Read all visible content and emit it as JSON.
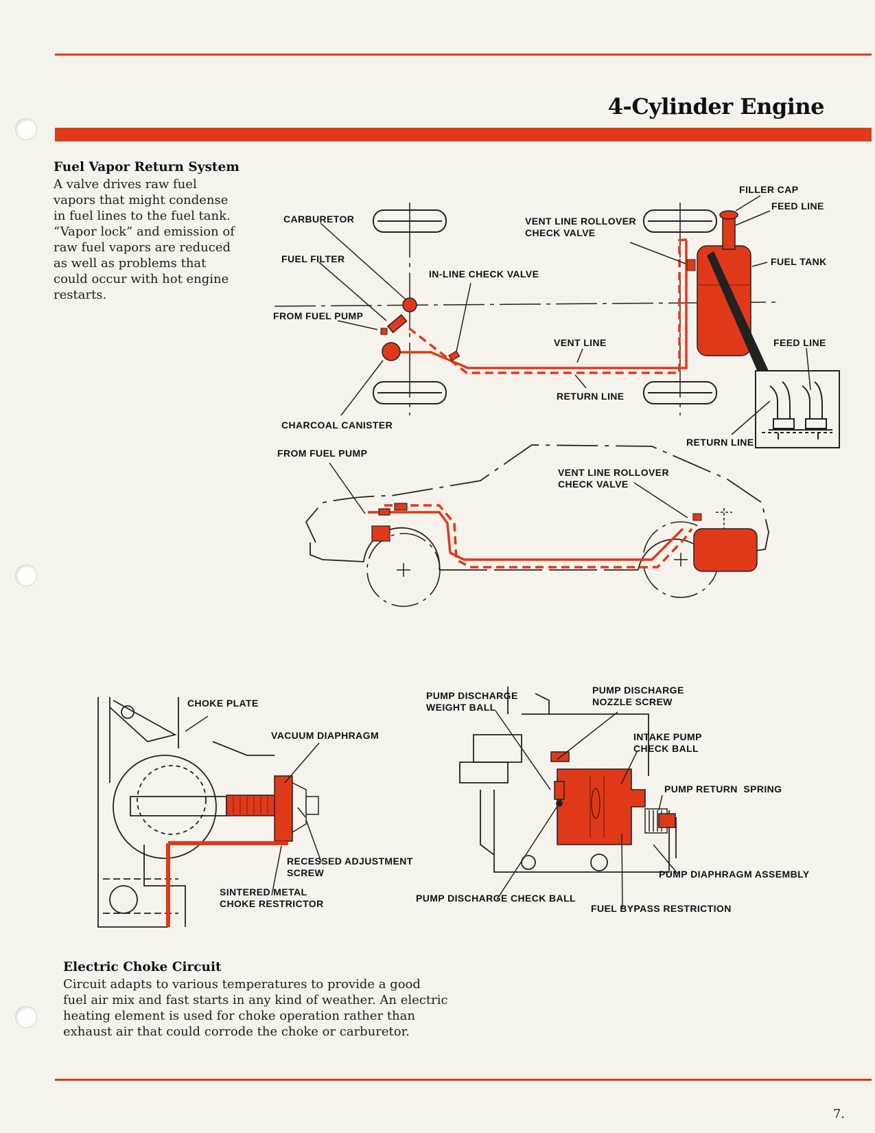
{
  "header": {
    "title": "4-Cylinder Engine"
  },
  "fuel_vapor": {
    "heading": "Fuel Vapor Return System",
    "body_lines": [
      "A valve drives raw fuel",
      "vapors that might condense",
      "in fuel lines to the fuel tank.",
      "“Vapor lock” and emission of",
      "raw fuel vapors are reduced",
      "as well as problems that",
      "could occur with hot engine",
      "restarts."
    ]
  },
  "top_diagram": {
    "labels": {
      "carburetor": "CARBURETOR",
      "fuel_filter": "FUEL FILTER",
      "from_fuel_pump": "FROM FUEL PUMP",
      "in_line_check_valve": "IN-LINE CHECK VALVE",
      "vent_line_rollover_1": "VENT LINE ROLLOVER",
      "vent_line_rollover_2": "CHECK VALVE",
      "filler_cap": "FILLER CAP",
      "feed_line_top": "FEED LINE",
      "fuel_tank": "FUEL TANK",
      "vent_line": "VENT LINE",
      "feed_line_inset": "FEED LINE",
      "return_line": "RETURN LINE",
      "charcoal_canister": "CHARCOAL CANISTER",
      "return_line_inset": "RETURN LINE"
    }
  },
  "side_diagram": {
    "labels": {
      "from_fuel_pump": "FROM FUEL PUMP",
      "vent_rollover_1": "VENT LINE ROLLOVER",
      "vent_rollover_2": "CHECK VALVE"
    }
  },
  "choke_diagram": {
    "labels": {
      "choke_plate": "CHOKE PLATE",
      "vacuum_diaphragm": "VACUUM DIAPHRAGM",
      "recessed_1": "RECESSED ADJUSTMENT",
      "recessed_2": "SCREW",
      "sintered_1": "SINTERED METAL",
      "sintered_2": "CHOKE RESTRICTOR"
    }
  },
  "pump_diagram": {
    "labels": {
      "weight_ball_1": "PUMP DISCHARGE",
      "weight_ball_2": "WEIGHT BALL",
      "nozzle_screw_1": "PUMP DISCHARGE",
      "nozzle_screw_2": "NOZZLE SCREW",
      "intake_1": "INTAKE PUMP",
      "intake_2": "CHECK BALL",
      "return_spring": "PUMP RETURN  SPRING",
      "diaphragm_assembly": "PUMP DIAPHRAGM ASSEMBLY",
      "check_ball": "PUMP DISCHARGE CHECK BALL",
      "bypass": "FUEL BYPASS RESTRICTION"
    }
  },
  "electric_choke": {
    "heading": "Electric Choke Circuit",
    "body_lines": [
      "Circuit adapts to various temperatures to provide a good",
      "fuel air mix and fast starts in any kind of weather. An electric",
      "heating element is used for choke operation rather than",
      "exhaust air that could corrode the choke or carburetor."
    ]
  },
  "footer": {
    "page_number": "7."
  },
  "colors": {
    "accent": "#e0391a",
    "paper": "#f6f3ec",
    "ink": "#111111"
  }
}
